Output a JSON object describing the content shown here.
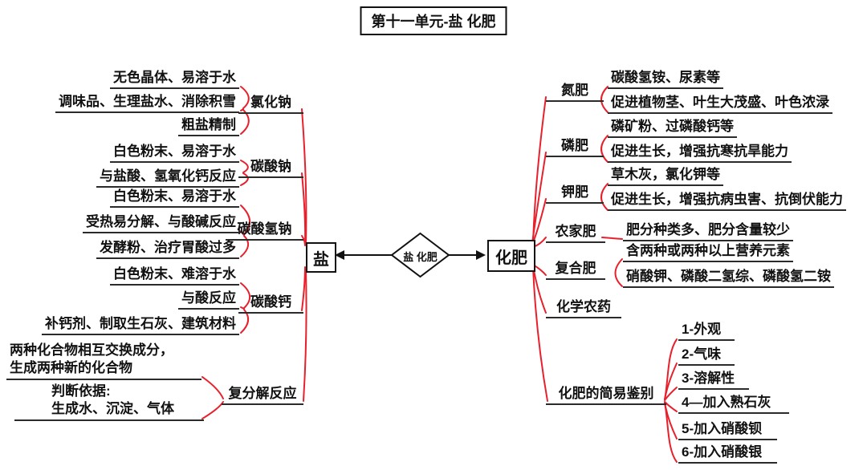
{
  "title": "第十一单元-盐 化肥",
  "center": {
    "diamond_label": "盐 化肥",
    "salt_box": "盐",
    "fertilizer_box": "化肥"
  },
  "salt": {
    "nodes": [
      {
        "label": "氯化钠",
        "children": [
          "无色晶体、易溶于水",
          "调味品、生理盐水、消除积雪",
          "粗盐精制"
        ]
      },
      {
        "label": "碳酸钠",
        "children": [
          "白色粉末、易溶于水",
          "与盐酸、氢氧化钙反应"
        ]
      },
      {
        "label": "碳酸氢钠",
        "children": [
          "白色粉末、易溶于水",
          "受热易分解、与酸碱反应",
          "发酵粉、治疗胃酸过多"
        ]
      },
      {
        "label": "碳酸钙",
        "children": [
          "白色粉末、难溶于水",
          "与酸反应",
          "补钙剂、制取生石灰、建筑材料"
        ]
      },
      {
        "label": "复分解反应",
        "children": [
          "两种化合物相互交换成分，\n生成两种新的化合物",
          "判断依据:\n生成水、沉淀、气体"
        ]
      }
    ]
  },
  "fertilizer": {
    "nodes": [
      {
        "label": "氮肥",
        "children": [
          "碳酸氢铵、尿素等",
          "促进植物茎、叶生大茂盛、叶色浓渌"
        ]
      },
      {
        "label": "磷肥",
        "children": [
          "磷矿粉、过磷酸钙等",
          "促进生长，增强抗寒抗旱能力"
        ]
      },
      {
        "label": "钾肥",
        "children": [
          "草木灰，氯化钾等",
          "促进生长，增强抗病虫害、抗倒伏能力"
        ]
      },
      {
        "label": "农家肥",
        "children": [
          "肥分种类多、肥分含量较少"
        ]
      },
      {
        "label": "复合肥",
        "children": [
          "含两种或两种以上营养元素",
          "硝酸钾、磷酸二氢综、磷酸氢二铵"
        ]
      },
      {
        "label": "化学农药",
        "children": []
      },
      {
        "label": "化肥的简易鉴别",
        "children": [
          "1-外观",
          "2-气味",
          "3-溶解性",
          "4—加入熟石灰",
          "5-加入硝酸钡",
          "6-加入硝酸银"
        ]
      }
    ]
  },
  "colors": {
    "connector_red": "#e8202c",
    "line_black": "#2b2b2b"
  }
}
